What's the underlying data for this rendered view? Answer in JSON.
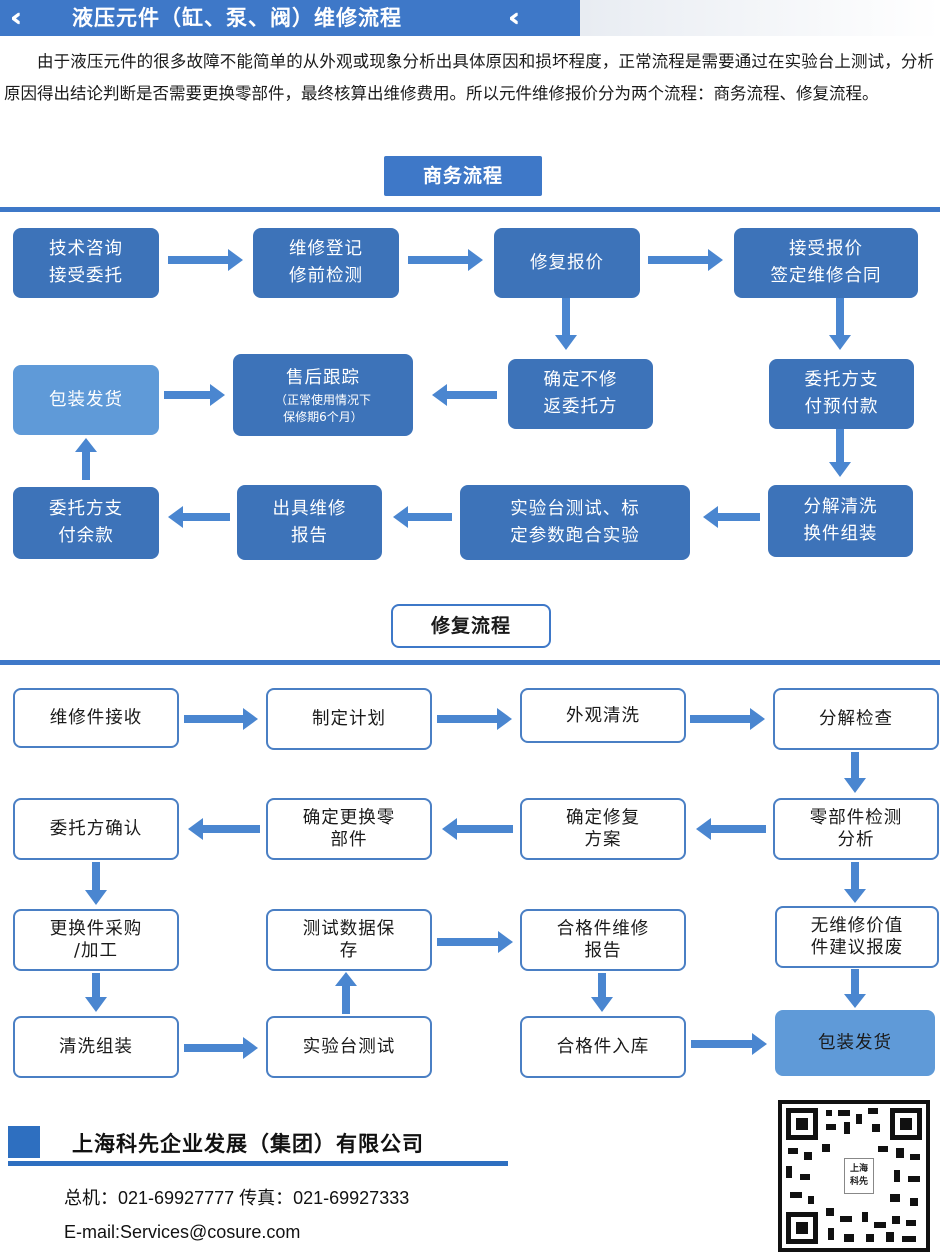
{
  "header": {
    "title": "液压元件（缸、泵、阀）维修流程",
    "intro": "由于液压元件的很多故障不能简单的从外观或现象分析出具体原因和损坏程度，正常流程是需要通过在实验台上测试，分析原因得出结论判断是否需要更换零部件，最终核算出维修费用。所以元件维修报价分为两个流程：商务流程、修复流程。"
  },
  "business": {
    "heading": "商务流程",
    "steps": {
      "consult": [
        "技术咨询",
        "接受委托"
      ],
      "register": [
        "维修登记",
        "修前检测"
      ],
      "quote": [
        "修复报价"
      ],
      "accept": [
        "接受报价",
        "签定维修合同"
      ],
      "prepay": [
        "委托方支",
        "付预付款"
      ],
      "no_repair": [
        "确定不修",
        "返委托方"
      ],
      "after_sales": [
        "售后跟踪"
      ],
      "after_sales_note": [
        "（正常使用情况下",
        "保修期6个月）"
      ],
      "ship": [
        "包装发货"
      ],
      "disassemble": [
        "分解清洗",
        "换件组装"
      ],
      "bench_test": [
        "实验台测试、标",
        "定参数跑合实验"
      ],
      "report": [
        "出具维修",
        "报告"
      ],
      "balance": [
        "委托方支",
        "付余款"
      ]
    }
  },
  "repair": {
    "heading": "修复流程",
    "steps": {
      "receive": [
        "维修件接收"
      ],
      "plan": [
        "制定计划"
      ],
      "clean": [
        "外观清洗"
      ],
      "inspect": [
        "分解检查"
      ],
      "parts_analysis": [
        "零部件检测",
        "分析"
      ],
      "scheme": [
        "确定修复",
        "方案"
      ],
      "replace_parts": [
        "确定更换零",
        "部件"
      ],
      "confirm": [
        "委托方确认"
      ],
      "scrap": [
        "无维修价值",
        "件建议报废"
      ],
      "procure": [
        "更换件采购",
        "/加工"
      ],
      "save_data": [
        "测试数据保",
        "存"
      ],
      "qualified_report": [
        "合格件维修",
        "报告"
      ],
      "assemble": [
        "清洗组装"
      ],
      "bench": [
        "实验台测试"
      ],
      "storage": [
        "合格件入库"
      ],
      "ship": [
        "包装发货"
      ]
    }
  },
  "footer": {
    "company": "上海科先企业发展（集团）有限公司",
    "phone": "总机：021-69927777    传真：021-69927333",
    "email": "E-mail:Services@cosure.com",
    "qr_logo": [
      "上海",
      "科先"
    ]
  },
  "colors": {
    "accent": "#3e78c8",
    "box_dark": "#3d73b9",
    "box_light": "#5f9ad8",
    "arrow": "#4a86d0"
  }
}
